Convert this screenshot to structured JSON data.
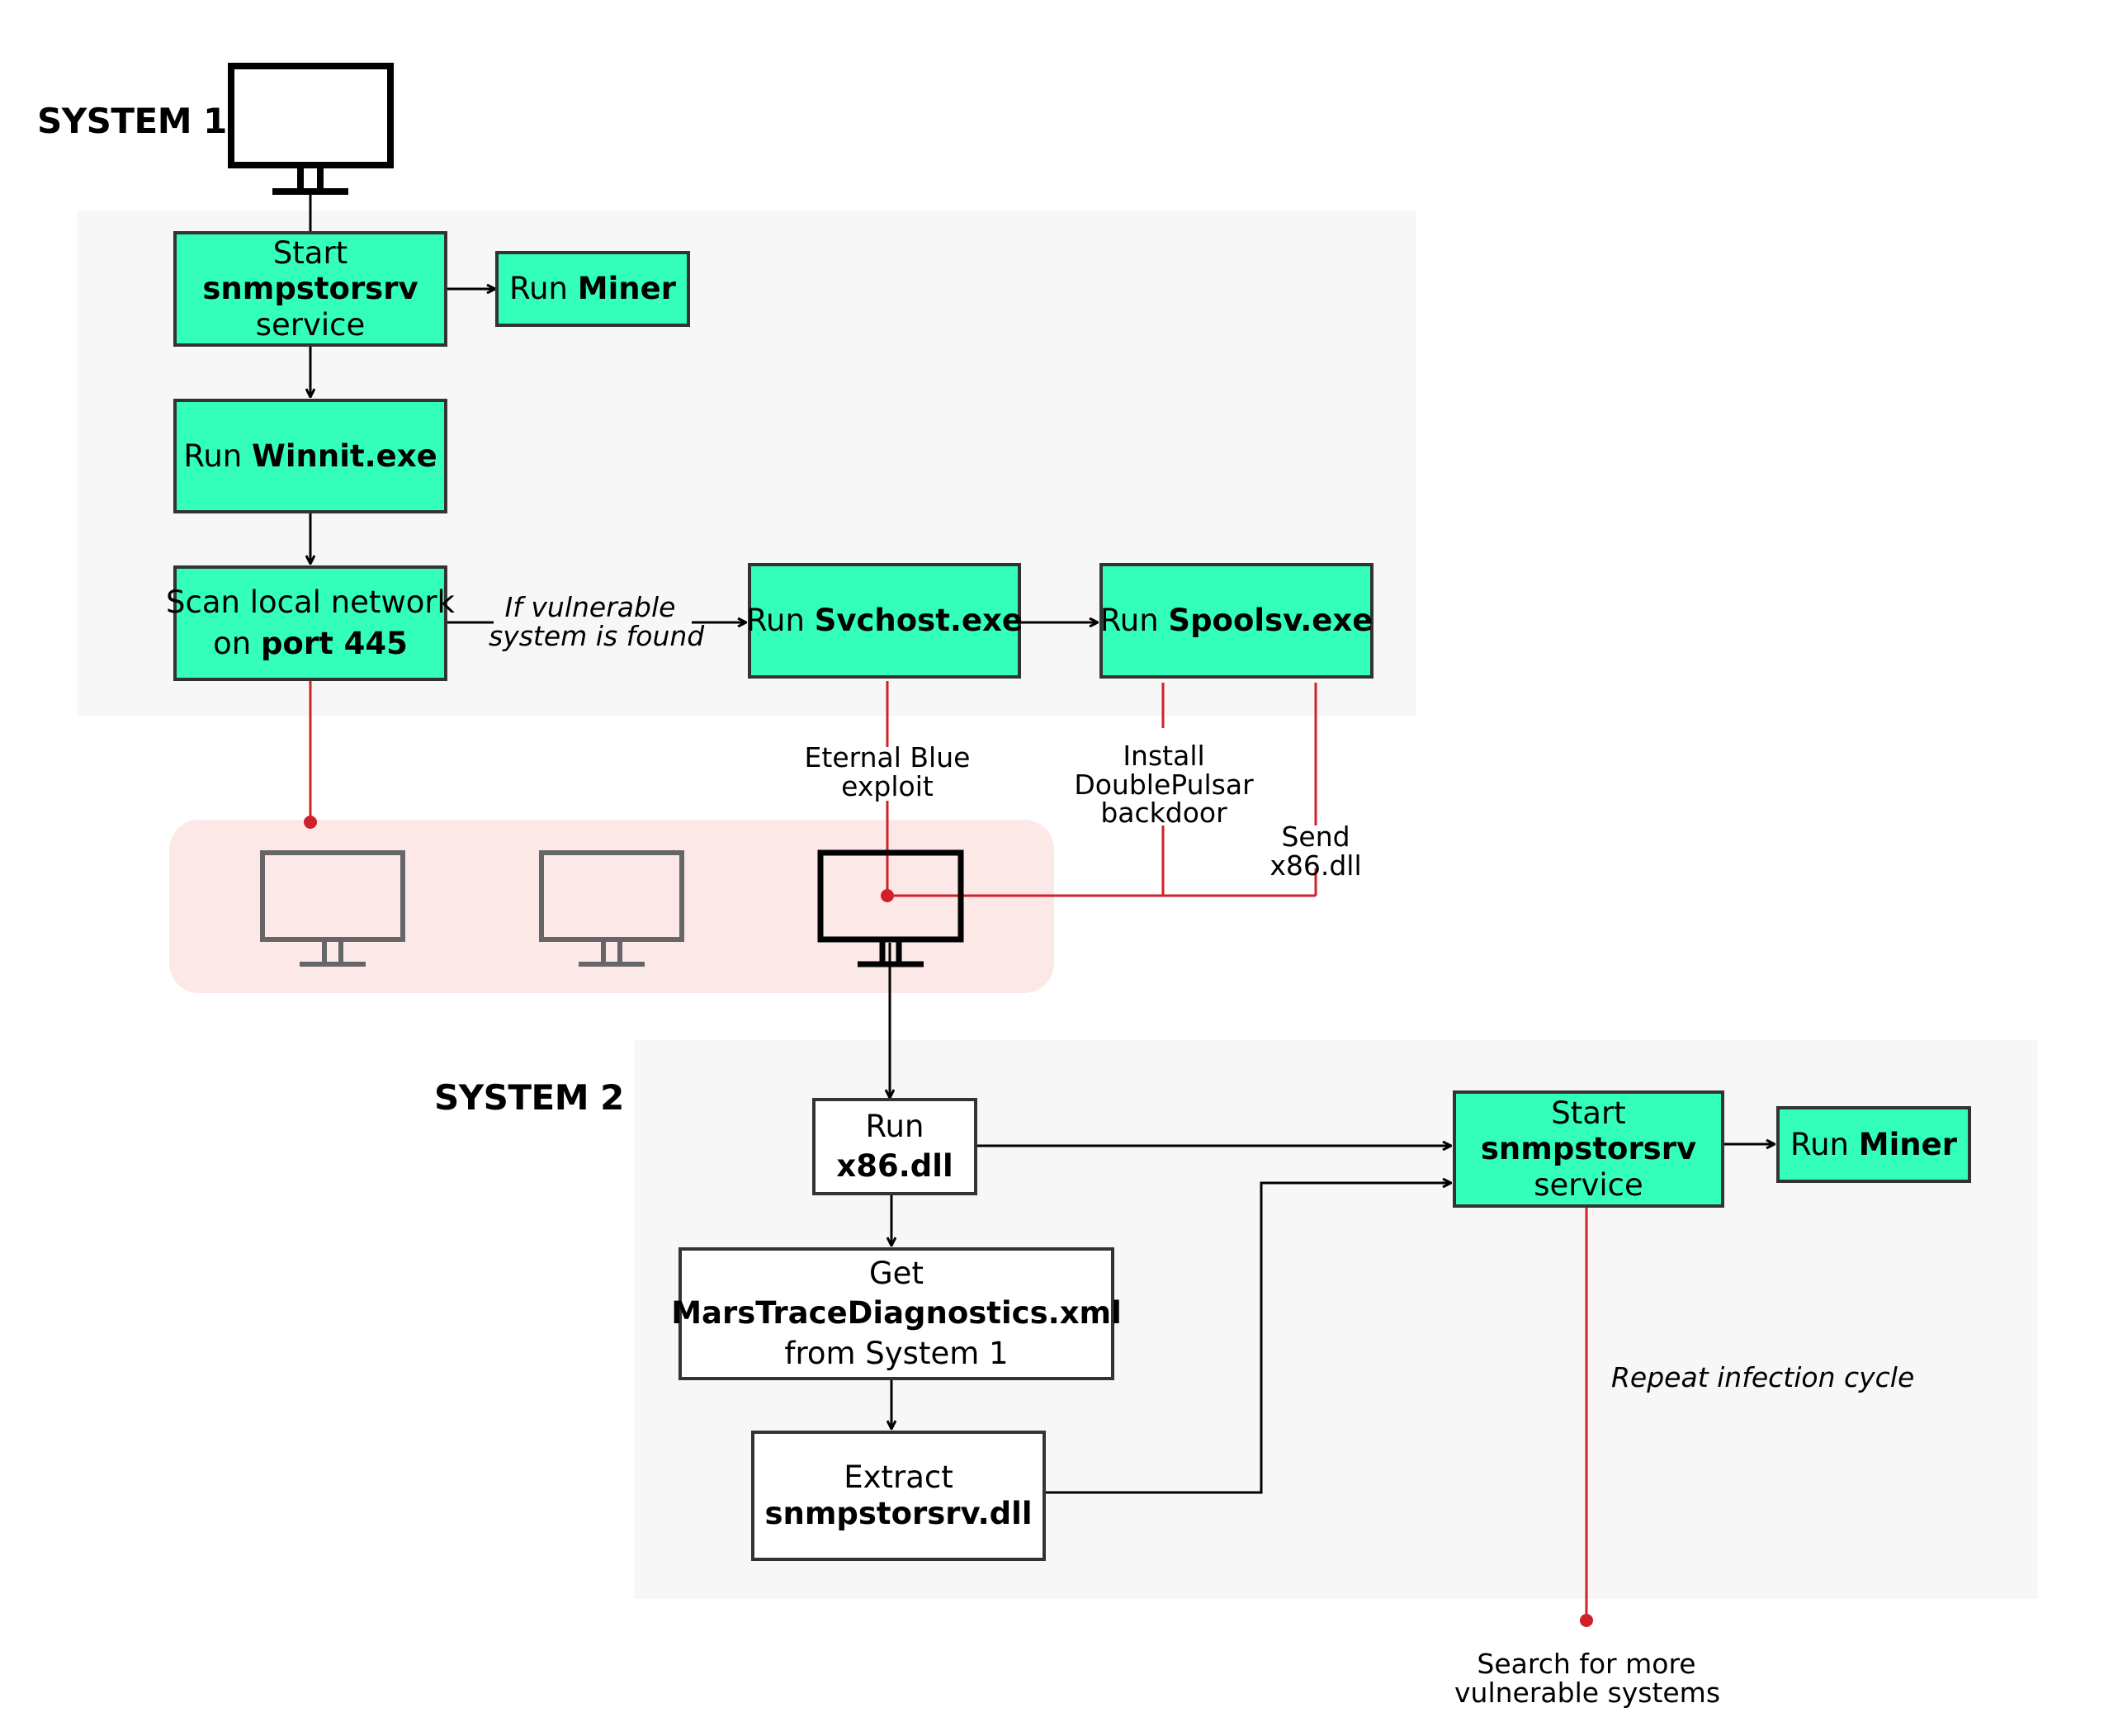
{
  "system1": {
    "label": "SYSTEM 1"
  },
  "system2": {
    "label": "SYSTEM 2"
  },
  "nodes": {
    "s1_start": {
      "line1": "Start",
      "line2": "snmpstorsrv",
      "line3": "service"
    },
    "s1_miner": {
      "pre": "Run",
      "bold": "Miner"
    },
    "winnit": {
      "pre": "Run",
      "bold": "Winnit.exe"
    },
    "scan": {
      "line1": "Scan local network",
      "pre": "on",
      "bold": "port 445"
    },
    "svchost": {
      "pre": "Run",
      "bold": "Svchost.exe"
    },
    "spoolsv": {
      "pre": "Run",
      "bold": "Spoolsv.exe"
    },
    "run_x86": {
      "line1": "Run",
      "line2": "x86.dll"
    },
    "get_mars": {
      "line1": "Get",
      "line2": "MarsTraceDiagnostics.xml",
      "line3": "from System 1"
    },
    "extract": {
      "line1": "Extract",
      "line2": "snmpstorsrv.dll"
    },
    "s2_start": {
      "line1": "Start",
      "line2": "snmpstorsrv",
      "line3": "service"
    },
    "s2_miner": {
      "pre": "Run",
      "bold": "Miner"
    }
  },
  "labels": {
    "if_vulnerable": {
      "line1": "If vulnerable",
      "line2": "system is found"
    },
    "eternal_blue": {
      "line1": "Eternal Blue",
      "line2": "exploit"
    },
    "doublepulsar": {
      "line1": "Install",
      "line2": "DoublePulsar",
      "line3": "backdoor"
    },
    "send_x86": {
      "line1": "Send",
      "line2": "x86.dll"
    },
    "repeat": "Repeat infection cycle",
    "search": {
      "line1": "Search for more",
      "line2": "vulnerable systems"
    }
  },
  "icons": [
    "monitor-icon"
  ],
  "colors": {
    "node_green": "#33ffbb",
    "infection_red": "#d0202a",
    "panel_grey": "#f7f7f7",
    "network_zone": "#fde8e8"
  }
}
